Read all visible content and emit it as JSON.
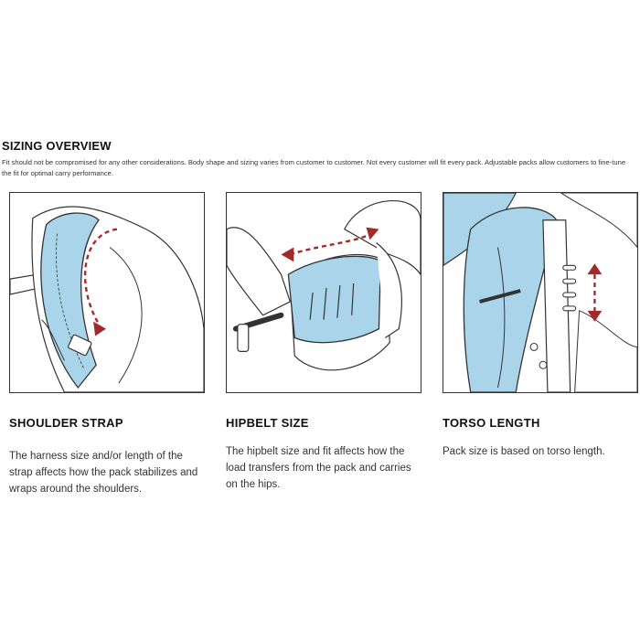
{
  "header": {
    "title": "SIZING OVERVIEW",
    "intro": "Fit should not be compromised for any other considerations. Body shape and sizing varies from customer to customer. Not every customer will fit every pack. Adjustable packs allow customers to fine-tune the fit for optimal carry performance."
  },
  "sections": [
    {
      "title": "SHOULDER STRAP",
      "description": "The harness size and/or length of the strap affects how the pack stabilizes and wraps around the shoulders."
    },
    {
      "title": "HIPBELT SIZE",
      "description": "The hipbelt size and fit affects how the load transfers from the pack and carries on the hips."
    },
    {
      "title": "TORSO LENGTH",
      "description": "Pack size is based on torso length."
    }
  ],
  "colors": {
    "strap_blue": "#a9d4ea",
    "arrow_red": "#a32a2a",
    "line": "#333333"
  }
}
